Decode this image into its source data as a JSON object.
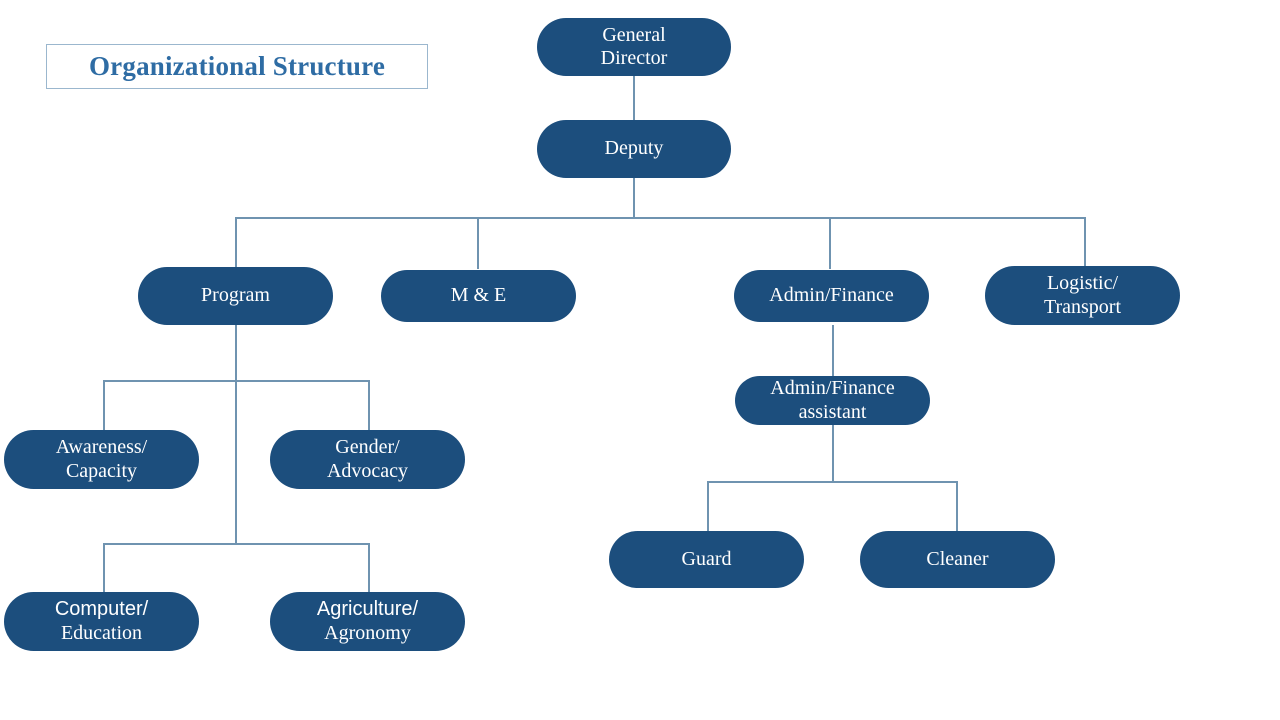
{
  "title": {
    "text": "Organizational Structure"
  },
  "colors": {
    "node_fill": "#1c4e7d",
    "node_text": "#ffffff",
    "connector": "#6f93b0",
    "title_text": "#2e6ca4",
    "title_border": "#9bb7ce",
    "background": "#ffffff"
  },
  "chart_data": {
    "type": "diagram",
    "diagram_type": "organizational-chart",
    "title": "Organizational Structure",
    "orientation": "top-down",
    "node_shape": "rounded-pill",
    "nodes": [
      {
        "id": "general-director",
        "label": "General\nDirector",
        "level": 0
      },
      {
        "id": "deputy",
        "label": "Deputy",
        "level": 1
      },
      {
        "id": "program",
        "label": "Program",
        "level": 2
      },
      {
        "id": "m-and-e",
        "label": "M & E",
        "level": 2
      },
      {
        "id": "admin-finance",
        "label": "Admin/Finance",
        "level": 2
      },
      {
        "id": "logistic-transport",
        "label": "Logistic/\nTransport",
        "level": 2
      },
      {
        "id": "awareness-capacity",
        "label": "Awareness/\nCapacity",
        "level": 3
      },
      {
        "id": "gender-advocacy",
        "label": "Gender/\nAdvocacy",
        "level": 3
      },
      {
        "id": "admin-finance-assistant",
        "label": "Admin/Finance\nassistant",
        "level": 3
      },
      {
        "id": "computer-education",
        "label": "Computer/\nEducation",
        "level": 4
      },
      {
        "id": "agriculture-agronomy",
        "label": "Agriculture/\nAgronomy",
        "level": 4
      },
      {
        "id": "guard",
        "label": "Guard",
        "level": 4
      },
      {
        "id": "cleaner",
        "label": "Cleaner",
        "level": 4
      }
    ],
    "edges": [
      {
        "from": "general-director",
        "to": "deputy"
      },
      {
        "from": "deputy",
        "to": "program"
      },
      {
        "from": "deputy",
        "to": "m-and-e"
      },
      {
        "from": "deputy",
        "to": "admin-finance"
      },
      {
        "from": "deputy",
        "to": "logistic-transport"
      },
      {
        "from": "program",
        "to": "awareness-capacity"
      },
      {
        "from": "program",
        "to": "gender-advocacy"
      },
      {
        "from": "program",
        "to": "computer-education"
      },
      {
        "from": "program",
        "to": "agriculture-agronomy"
      },
      {
        "from": "admin-finance",
        "to": "admin-finance-assistant"
      },
      {
        "from": "admin-finance-assistant",
        "to": "guard"
      },
      {
        "from": "admin-finance-assistant",
        "to": "cleaner"
      }
    ]
  },
  "nodes": {
    "general_director": {
      "line1": "General",
      "line2": "Director"
    },
    "deputy": {
      "line1": "Deputy"
    },
    "program": {
      "line1": "Program"
    },
    "m_and_e": {
      "line1": "M & E"
    },
    "admin_finance": {
      "line1": "Admin/Finance"
    },
    "logistic_transport": {
      "line1": "Logistic/",
      "line2": "Transport"
    },
    "awareness_capacity": {
      "line1": "Awareness/",
      "line2": "Capacity"
    },
    "gender_advocacy": {
      "line1": "Gender/",
      "line2": "Advocacy"
    },
    "admin_finance_assistant": {
      "line1": "Admin/Finance",
      "line2": "assistant"
    },
    "computer_education": {
      "line1": "Computer/",
      "line2": "Education"
    },
    "agriculture_agronomy": {
      "line1": "Agriculture/",
      "line2": "Agronomy"
    },
    "guard": {
      "line1": "Guard"
    },
    "cleaner": {
      "line1": "Cleaner"
    }
  }
}
